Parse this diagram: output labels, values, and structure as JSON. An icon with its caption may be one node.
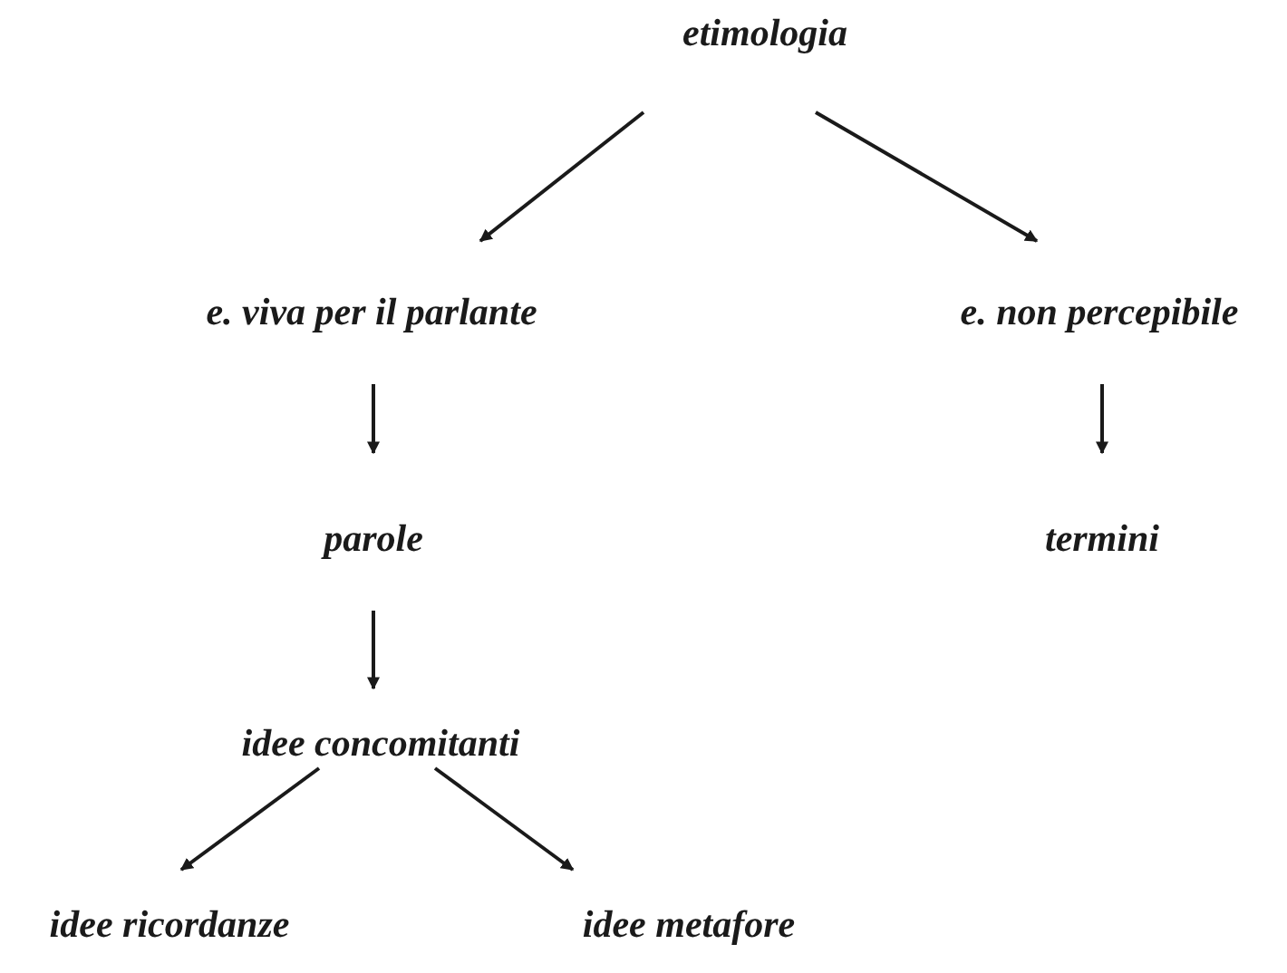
{
  "diagram": {
    "nodes": [
      {
        "text": [
          "etimologia"
        ]
      },
      {
        "text": [
          "e. viva per il parlante"
        ]
      },
      {
        "text": [
          "e. non percepibile"
        ]
      },
      {
        "text": [
          "parole"
        ]
      },
      {
        "text": [
          "termini"
        ]
      },
      {
        "text": [
          "idee concomitanti"
        ]
      },
      {
        "text": [
          "idee ricordanze"
        ]
      },
      {
        "text": [
          "idee metafore"
        ]
      }
    ],
    "edges": [
      {
        "from": 0,
        "to": 1,
        "arrow": "to"
      },
      {
        "from": 0,
        "to": 2,
        "arrow": "to"
      },
      {
        "from": 1,
        "to": 3,
        "arrow": "to"
      },
      {
        "from": 2,
        "to": 4,
        "arrow": "to"
      },
      {
        "from": 3,
        "to": 5,
        "arrow": "to"
      },
      {
        "from": 5,
        "to": 6,
        "arrow": "to"
      },
      {
        "from": 5,
        "to": 7,
        "arrow": "to"
      }
    ]
  }
}
